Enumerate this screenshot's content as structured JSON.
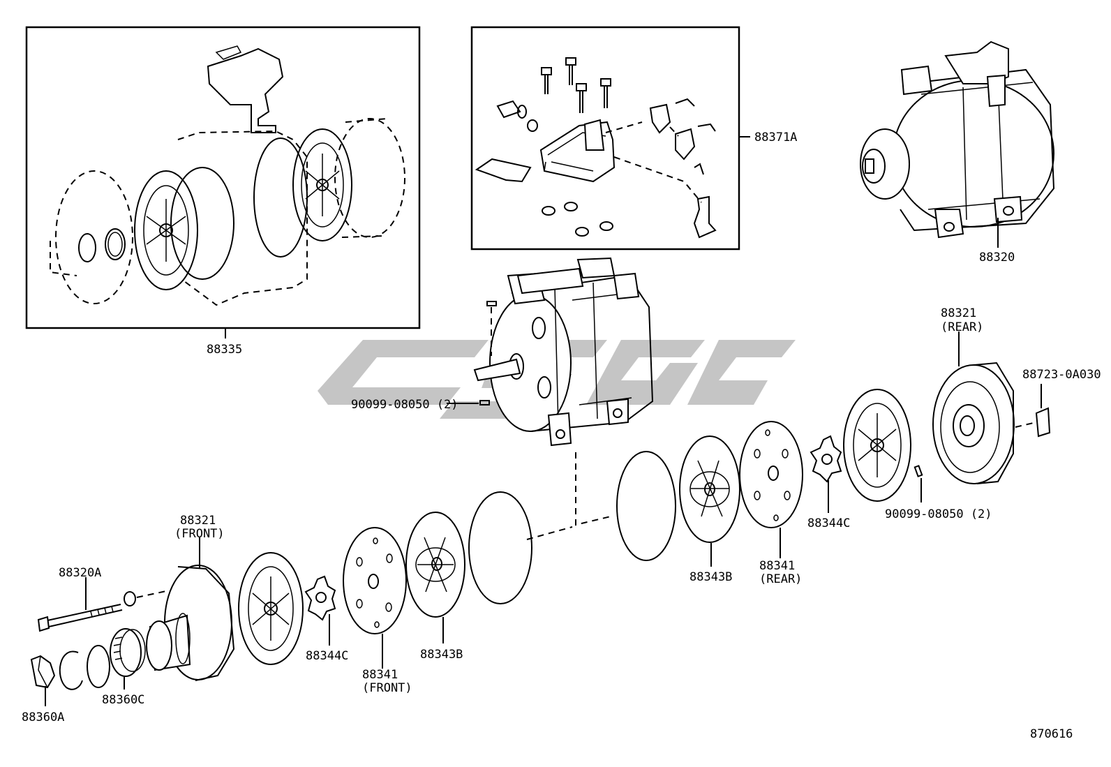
{
  "labels": {
    "p88335": "88335",
    "p88371A": "88371A",
    "p88320": "88320",
    "p90099_top": "90099-08050 (2)",
    "p88321_rear": "88321",
    "p88321_rear_sub": "(REAR)",
    "p88723": "88723-0A030",
    "p90099_rear": "90099-08050 (2)",
    "p88344C_rear": "88344C",
    "p88343B_rear": "88343B",
    "p88341_rear": "88341",
    "p88341_rear_sub": "(REAR)",
    "p88321_front": "88321",
    "p88321_front_sub": "(FRONT)",
    "p88320A": "88320A",
    "p88344C_front": "88344C",
    "p88343B_front": "88343B",
    "p88341_front": "88341",
    "p88341_front_sub": "(FRONT)",
    "p88360C": "88360C",
    "p88360A": "88360A",
    "figure_number": "870616"
  },
  "colors": {
    "line": "#000000",
    "watermark": "#bfbfbf",
    "background": "#ffffff"
  }
}
